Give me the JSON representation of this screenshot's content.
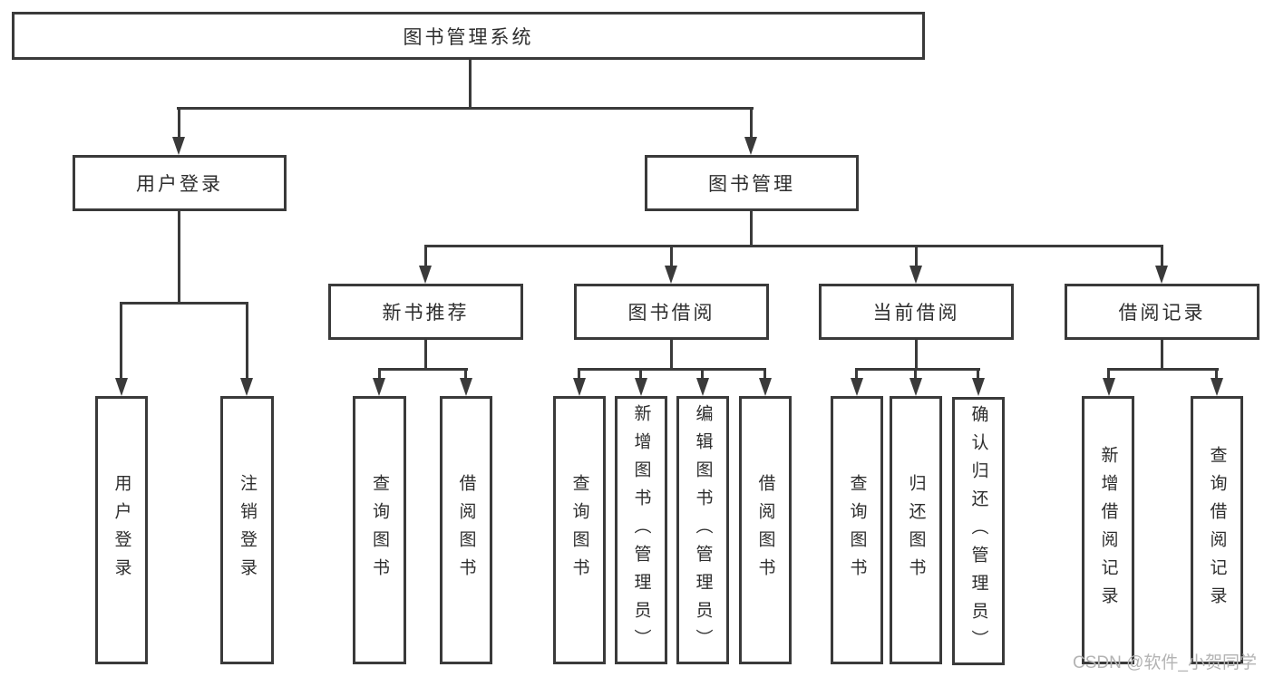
{
  "diagram_title": "图书管理系统",
  "nodes": {
    "root": "图书管理系统",
    "user_login": "用户登录",
    "book_mgmt": "图书管理",
    "new_book_rec": "新书推荐",
    "book_borrow": "图书借阅",
    "current_borrow": "当前借阅",
    "borrow_records": "借阅记录",
    "leaf_user_login": "用户登录",
    "leaf_logout": "注销登录",
    "leaf_nb_query": "查询图书",
    "leaf_nb_borrow": "借阅图书",
    "leaf_bb_query": "查询图书",
    "leaf_bb_add": "新增图书（管理员）",
    "leaf_bb_edit": "编辑图书（管理员）",
    "leaf_bb_borrow": "借阅图书",
    "leaf_cb_query": "查询图书",
    "leaf_cb_return": "归还图书",
    "leaf_cb_confirm": "确认归还（管理员）",
    "leaf_br_add": "新增借阅记录",
    "leaf_br_query": "查询借阅记录"
  },
  "watermark": "CSDN @软件_小贺同学",
  "colors": {
    "line": "#3a3a3a",
    "box_border": "#3a3a3a",
    "text": "#2e2e2e",
    "watermark": "#b3b3b3",
    "background": "#ffffff"
  },
  "hierarchy": {
    "图书管理系统": {
      "用户登录": [
        "用户登录",
        "注销登录"
      ],
      "图书管理": {
        "新书推荐": [
          "查询图书",
          "借阅图书"
        ],
        "图书借阅": [
          "查询图书",
          "新增图书（管理员）",
          "编辑图书（管理员）",
          "借阅图书"
        ],
        "当前借阅": [
          "查询图书",
          "归还图书",
          "确认归还（管理员）"
        ],
        "借阅记录": [
          "新增借阅记录",
          "查询借阅记录"
        ]
      }
    }
  }
}
